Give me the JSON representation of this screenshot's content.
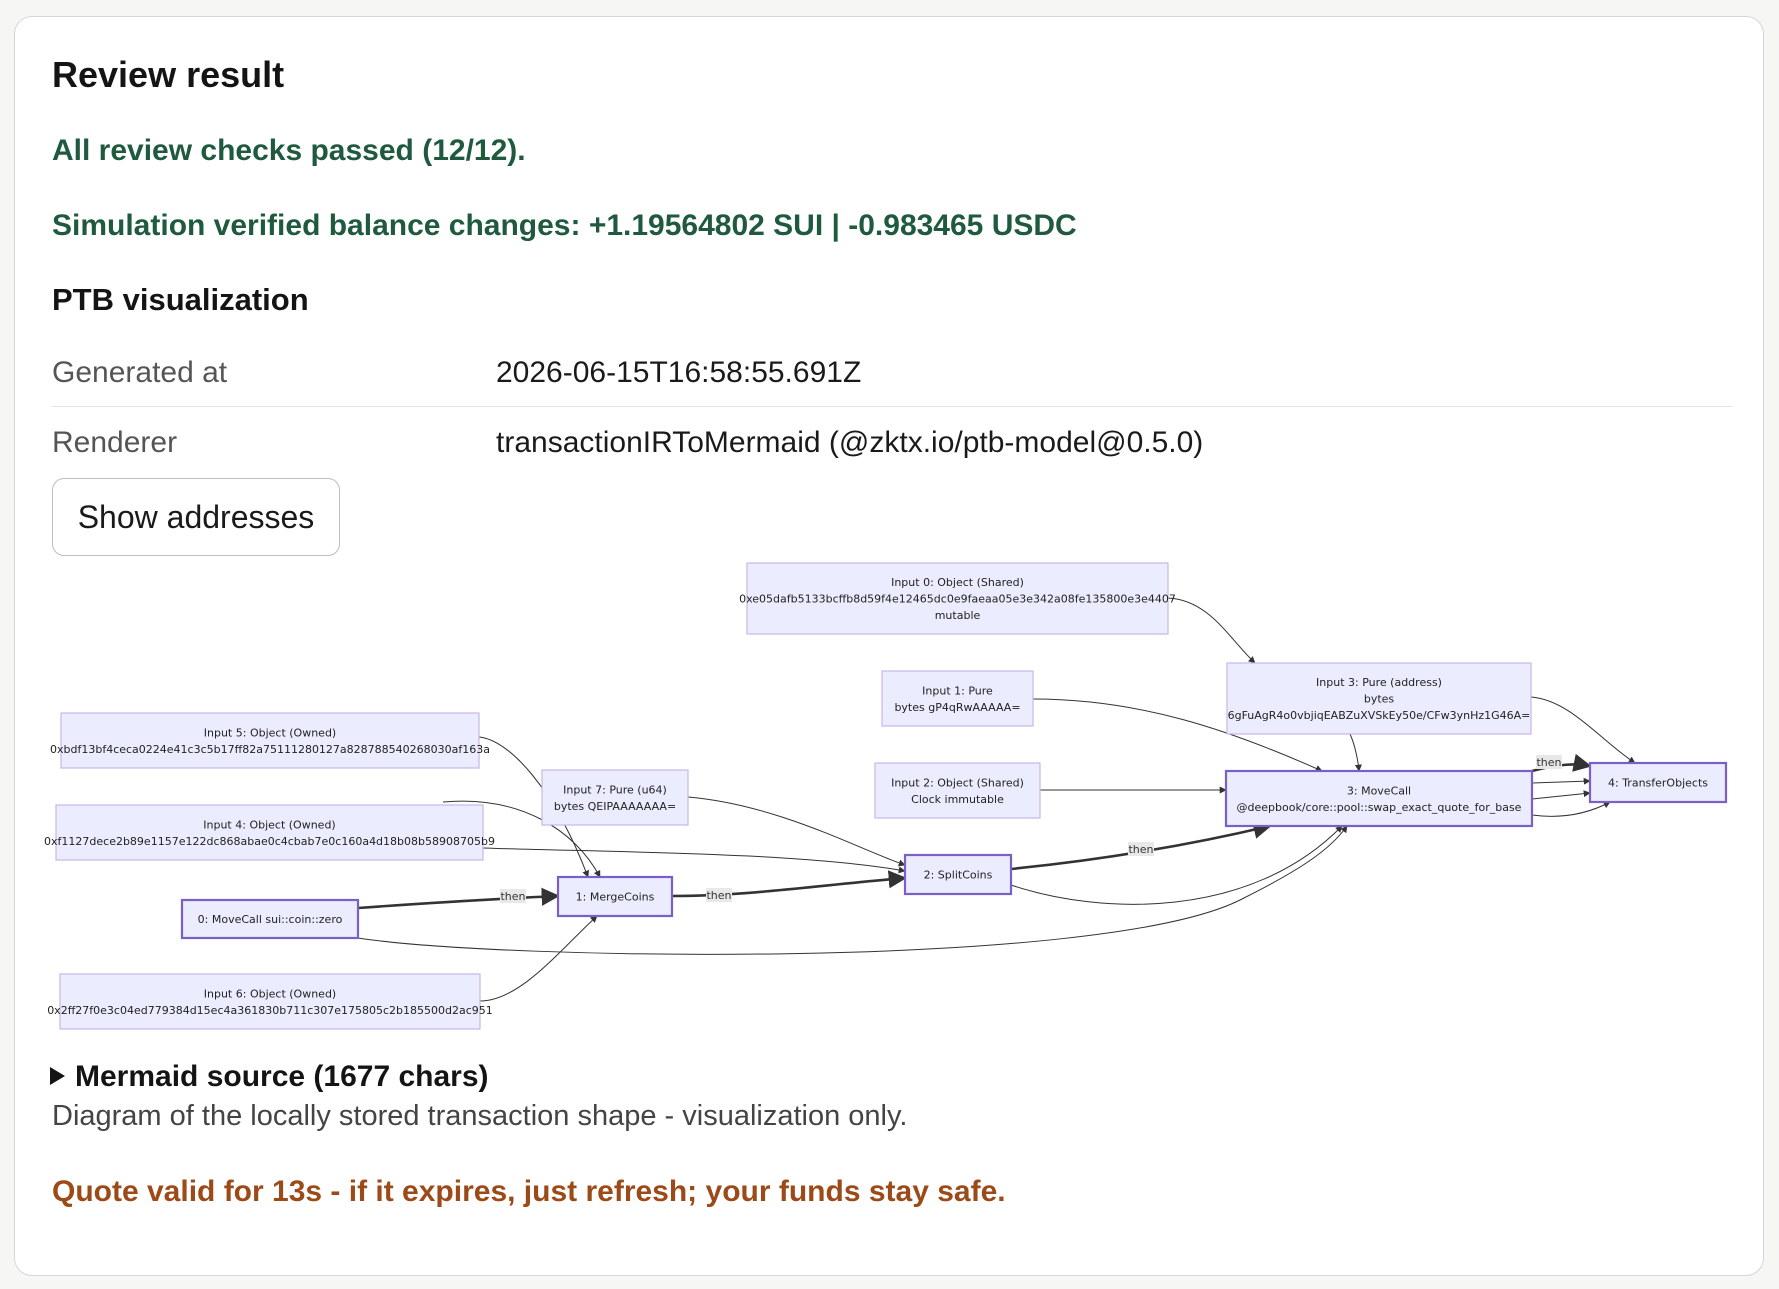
{
  "header": {
    "title": "Review result"
  },
  "status": {
    "checks": "All review checks passed (12/12).",
    "simulation": "Simulation verified balance changes: +1.19564802 SUI | -0.983465 USDC"
  },
  "ptb": {
    "section_title": "PTB visualization",
    "generated_label": "Generated at",
    "generated_value": "2026-06-15T16:58:55.691Z",
    "renderer_label": "Renderer",
    "renderer_value": "transactionIRToMermaid (@zktx.io/ptb-model@0.5.0)",
    "toggle_button": "Show addresses"
  },
  "diagram": {
    "nodes": {
      "input0": [
        "Input 0: Object (Shared)",
        "0xe05dafb5133bcffb8d59f4e12465dc0e9faeaa05e3e342a08fe135800e3e4407",
        "mutable"
      ],
      "input1": [
        "Input 1: Pure",
        "bytes gP4qRwAAAAA="
      ],
      "input2": [
        "Input 2: Object (Shared)",
        "Clock immutable"
      ],
      "input3": [
        "Input 3: Pure (address)",
        "bytes",
        "6gFuAgR4o0vbjiqEABZuXVSkEy50e/CFw3ynHz1G46A="
      ],
      "input4": [
        "Input 4: Object (Owned)",
        "0xf1127dece2b89e1157e122dc868abae0c4cbab7e0c160a4d18b08b58908705b9"
      ],
      "input5": [
        "Input 5: Object (Owned)",
        "0xbdf13bf4ceca0224e41c3c5b17ff82a75111280127a828788540268030af163a"
      ],
      "input6": [
        "Input 6: Object (Owned)",
        "0x2ff27f0e3c04ed779384d15ec4a361830b711c307e175805c2b185500d2ac951"
      ],
      "input7": [
        "Input 7: Pure (u64)",
        "bytes QEIPAAAAAAA="
      ],
      "cmd0": [
        "0: MoveCall sui::coin::zero"
      ],
      "cmd1": [
        "1: MergeCoins"
      ],
      "cmd2": [
        "2: SplitCoins"
      ],
      "cmd3": [
        "3: MoveCall",
        "@deepbook/core::pool::swap_exact_quote_for_base"
      ],
      "cmd4": [
        "4: TransferObjects"
      ]
    },
    "edge_label": "then",
    "colors": {
      "node_fill": "#ececff",
      "input_border": "#c8b8ea",
      "command_border": "#7a5fc7",
      "edge": "#333333"
    }
  },
  "mermaid": {
    "summary": "Mermaid source (1677 chars)",
    "note": "Diagram of the locally stored transaction shape - visualization only."
  },
  "quote": {
    "warning": "Quote valid for 13s - if it expires, just refresh; your funds stay safe."
  },
  "colors": {
    "success": "#1f5a3e",
    "warning": "#9c4a17"
  }
}
